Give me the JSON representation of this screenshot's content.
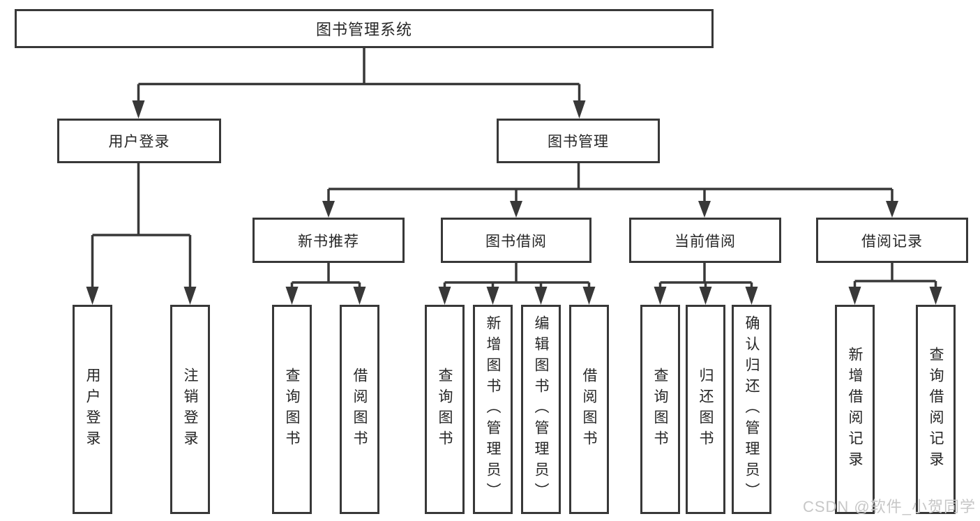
{
  "root": {
    "label": "图书管理系统"
  },
  "login": {
    "label": "用户登录",
    "children": [
      {
        "label": "用户登录"
      },
      {
        "label": "注销登录"
      }
    ]
  },
  "management": {
    "label": "图书管理",
    "sections": [
      {
        "label": "新书推荐",
        "children": [
          {
            "label": "查询图书"
          },
          {
            "label": "借阅图书"
          }
        ]
      },
      {
        "label": "图书借阅",
        "children": [
          {
            "label": "查询图书"
          },
          {
            "label": "新增图书（管理员）"
          },
          {
            "label": "编辑图书（管理员）"
          },
          {
            "label": "借阅图书"
          }
        ]
      },
      {
        "label": "当前借阅",
        "children": [
          {
            "label": "查询图书"
          },
          {
            "label": "归还图书"
          },
          {
            "label": "确认归还（管理员）"
          }
        ]
      },
      {
        "label": "借阅记录",
        "children": [
          {
            "label": "新增借阅记录"
          },
          {
            "label": "查询借阅记录"
          }
        ]
      }
    ]
  },
  "watermark": {
    "text": "CSDN @软件_小贺同学"
  },
  "colors": {
    "line": "#383838",
    "text": "#262626",
    "watermark": "#c7c7c7",
    "background": "#ffffff"
  }
}
